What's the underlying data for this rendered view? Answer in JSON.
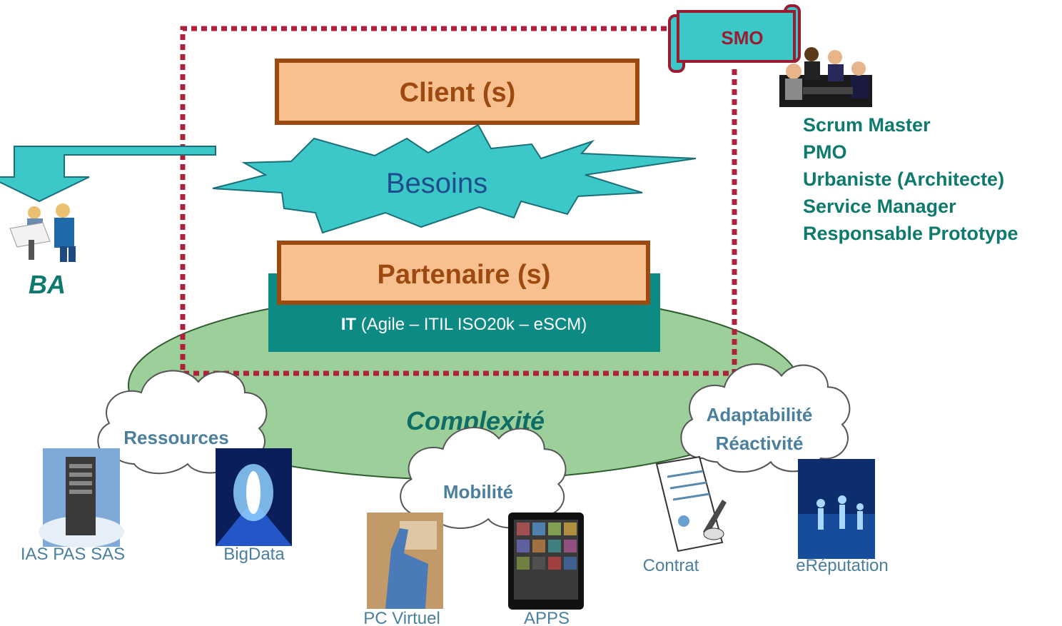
{
  "smo": {
    "label": "SMO"
  },
  "client": {
    "label": "Client (s)"
  },
  "besoins": {
    "label": "Besoins"
  },
  "partenaire": {
    "label": "Partenaire (s)"
  },
  "it": {
    "bold": "IT",
    "rest": " (Agile – ITIL ISO20k – eSCM)"
  },
  "complexite": {
    "label": "Complexité"
  },
  "ba": {
    "label": "BA"
  },
  "roles": [
    "Scrum Master",
    "PMO",
    "Urbaniste (Architecte)",
    "Service Manager",
    "Responsable Prototype"
  ],
  "clouds": {
    "ressources": "Ressources",
    "mobilite": "Mobilité",
    "adaptabilite_1": "Adaptabilité",
    "adaptabilite_2": "Réactivité"
  },
  "thumbs": {
    "ias": "IAS PAS SAS",
    "bigdata": "BigData",
    "pcvirtuel": "PC Virtuel",
    "apps": "APPS",
    "contrat": "Contrat",
    "ereputation": "eRéputation"
  },
  "colors": {
    "dark_red": "#9b1b30",
    "teal_dark": "#0e8a84",
    "teal": "#3cc8c8",
    "peach": "#f9c08f",
    "brown": "#9c4a10",
    "green_ellipse": "#9dcf9a",
    "role_text": "#0e7a6e",
    "cloud_text": "#4a7f9e"
  }
}
